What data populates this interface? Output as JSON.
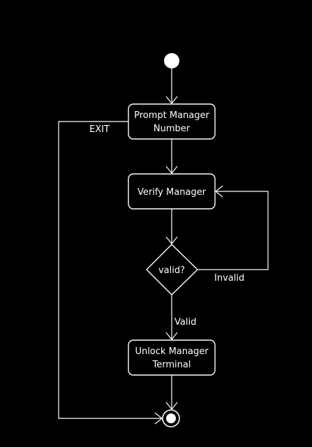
{
  "colors": {
    "background": "#000000",
    "foreground": "#ffffff"
  },
  "nodes": {
    "start": {
      "shape": "initial-node-filled-circle"
    },
    "prompt_manager": {
      "line1": "Prompt Manager",
      "line2": "Number"
    },
    "verify_manager": {
      "label": "Verify Manager"
    },
    "decision": {
      "label": "valid?"
    },
    "unlock_terminal": {
      "line1": "Unlock Manager",
      "line2": "Terminal"
    },
    "end": {
      "shape": "final-node-bullseye"
    }
  },
  "edges": {
    "exit": {
      "label": "EXIT"
    },
    "invalid": {
      "label": "Invalid"
    },
    "valid": {
      "label": "Valid"
    }
  }
}
